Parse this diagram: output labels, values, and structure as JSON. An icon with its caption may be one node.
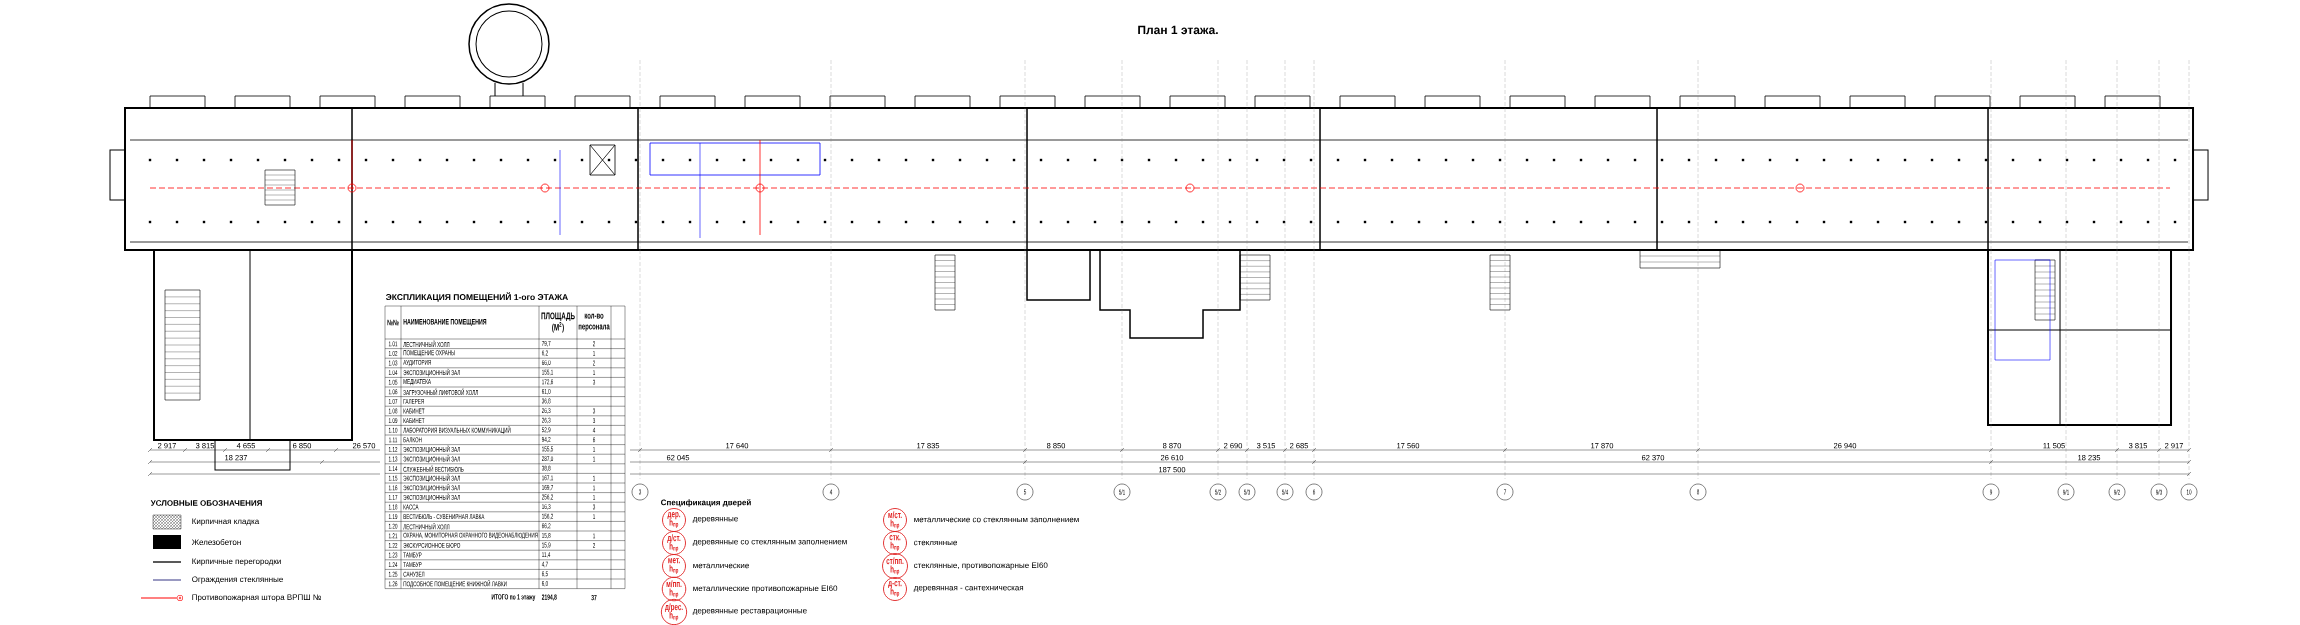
{
  "diagram": {
    "title": "План 1 этажа.",
    "nodes": [
      {
        "text": [
          "дер.",
          "h$_{пр}$"
        ],
        "beside": [
          "деревянные"
        ]
      },
      {
        "text": [
          "д/ст.",
          "h$_{пр}$"
        ],
        "beside": [
          "деревянные со стеклянным заполнением"
        ]
      },
      {
        "text": [
          "мет.",
          "h$_{пр}$"
        ],
        "beside": [
          "металлические"
        ]
      },
      {
        "text": [
          "м/пп.",
          "h$_{пр}$"
        ],
        "beside": [
          "металлические противопожарные EI60"
        ]
      },
      {
        "text": [
          "д/рес.",
          "h$_{пр}$"
        ],
        "beside": [
          "деревянные реставрационные"
        ]
      },
      {
        "text": [
          "м/ст.",
          "h$_{пр}$"
        ],
        "beside": [
          "металлические со стеклянным заполнением"
        ]
      },
      {
        "text": [
          "стк.",
          "h$_{пр}$"
        ],
        "beside": [
          "стеклянные"
        ]
      },
      {
        "text": [
          "ст/пп.",
          "h$_{пр}$"
        ],
        "beside": [
          "стеклянные, противопожарные EI60"
        ]
      },
      {
        "text": [
          "д-ст.",
          "h$_{пр}$"
        ],
        "beside": [
          "деревянная - сантехническая"
        ]
      }
    ],
    "labels": [
      "ЭКСПЛИКАЦИЯ ПОМЕЩЕНИЙ 1-ого ЭТАЖА",
      "№№",
      "НАИМЕНОВАНИЕ ПОМЕЩЕНИЯ",
      "ПЛОЩАДЬ (М$^{2}$)",
      "кол-во персонала",
      "1.01",
      "ЛЕСТНИЧНЫЙ ХОЛЛ",
      "79,7",
      "2",
      "1.02",
      "ПОМЕЩЕНИЕ ОХРАНЫ",
      "6,2",
      "1",
      "1.03",
      "АУДИТОРИЯ",
      "66,0",
      "2",
      "1.04",
      "ЭКСПОЗИЦИОННЫЙ ЗАЛ",
      "155,1",
      "1",
      "1.05",
      "МЕДИАТЕКА",
      "172,6",
      "3",
      "1.06",
      "ЗАГРУЗОЧНЫЙ ЛИФТОВОЙ ХОЛЛ",
      "61,0",
      "1.07",
      "ГАЛЕРЕЯ",
      "36,8",
      "1.08",
      "КАБИНЕТ",
      "26,3",
      "3",
      "1.09",
      "КАБИНЕТ",
      "26,3",
      "3",
      "1.10",
      "ЛАБОРАТОРИЯ ВИЗУАЛЬНЫХ КОММУНИКАЦИЙ",
      "52,9",
      "4",
      "1.11",
      "БАЛКОН",
      "94,2",
      "6",
      "1.12",
      "ЭКСПОЗИЦИОННЫЙ ЗАЛ",
      "155,5",
      "1",
      "1.13",
      "ЭКСПОЗИЦИОННЫЙ ЗАЛ",
      "287,0",
      "1",
      "1.14",
      "СЛУЖЕБНЫЙ ВЕСТИБЮЛЬ",
      "38,8",
      "1.15",
      "ЭКСПОЗИЦИОННЫЙ ЗАЛ",
      "167,1",
      "1",
      "1.16",
      "ЭКСПОЗИЦИОННЫЙ ЗАЛ",
      "169,7",
      "1",
      "1.17",
      "ЭКСПОЗИЦИОННЫЙ ЗАЛ",
      "256,2",
      "1",
      "1.18",
      "КАССА",
      "16,3",
      "3",
      "1.19",
      "ВЕСТИБЮЛЬ - СУВЕНИРНАЯ ЛАВКА",
      "156,2",
      "1",
      "1.20",
      "ЛЕСТНИЧНЫЙ ХОЛЛ",
      "66,2",
      "1.21",
      "ОХРАНА, МОНИТОРНАЯ ОХРАННОГО ВИДЕОНАБЛЮДЕНИЯ",
      "15,8",
      "1",
      "1.22",
      "ЭКСКУРСИОННОЕ БЮРО",
      "15,9",
      "2",
      "1.23",
      "ТАМБУР",
      "11,4",
      "1.24",
      "ТАМБУР",
      "4,7",
      "1.25",
      "САНУЗЕЛ",
      "6,5",
      "1.26",
      "ПОДСОБНОЕ ПОМЕЩЕНИЕ КНИЖНОЙ ЛАВКИ",
      "6,0",
      "ИТОГО по 1 этажу",
      "2194,8",
      "37",
      "2 917",
      "3 815",
      "4 655",
      "6 850",
      "26 570",
      "17 640",
      "17 835",
      "8 850",
      "8 870",
      "2 690",
      "3 515",
      "2 685",
      "17 560",
      "17 870",
      "26 940",
      "11 505",
      "3 815",
      "2 917",
      "18 237",
      "62 045",
      "26 610",
      "62 370",
      "18 235",
      "187 500",
      "3",
      "4",
      "5",
      "5/1",
      "5/2",
      "5/3",
      "5/4",
      "6",
      "7",
      "8",
      "9",
      "9/1",
      "9/2",
      "9/3",
      "10",
      "УСЛОВНЫЕ ОБОЗНАЧЕНИЯ",
      "Спецификация дверей"
    ],
    "legend": [
      {
        "text": "Кирпичная кладка"
      },
      {
        "text": "Железобетон",
        "color": "#000000"
      },
      {
        "text": "Кирпичные перегородки"
      },
      {
        "text": "Ограждения стеклянные"
      },
      {
        "text": "Противопожарная штора ВРПШ №"
      }
    ]
  }
}
